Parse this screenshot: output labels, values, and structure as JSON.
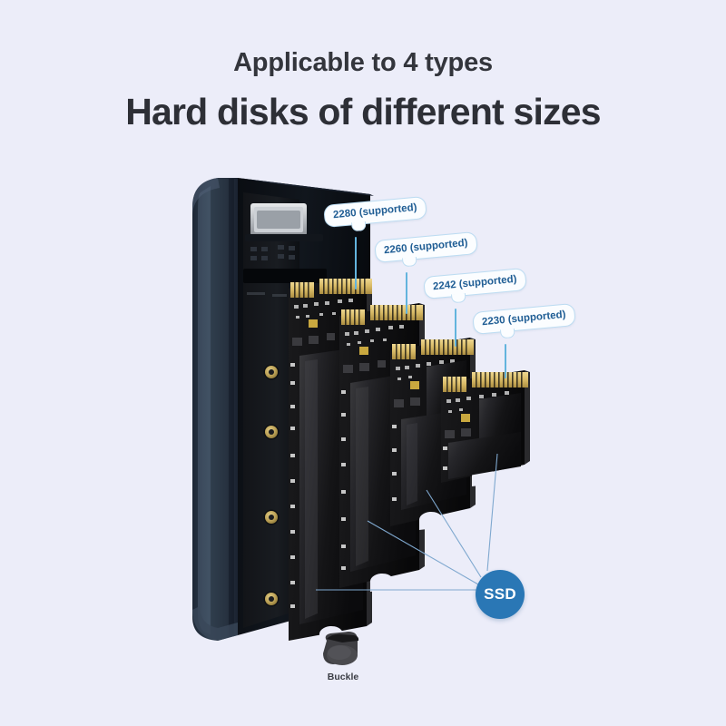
{
  "page": {
    "background_color": "#ecedf9",
    "heading_primary": "Applicable to 4 types",
    "heading_secondary": "Hard disks of different sizes"
  },
  "product": {
    "enclosure_name": "m2-ssd-enclosure",
    "enclosure_color": "#2b3442",
    "port_type": "usb-c",
    "screw_post_color": "#c8ae5e",
    "screw_post_count": 4
  },
  "callouts": [
    {
      "label": "2280 (supported)",
      "size": "2280",
      "status": "supported"
    },
    {
      "label": "2260 (supported)",
      "size": "2260",
      "status": "supported"
    },
    {
      "label": "2242 (supported)",
      "size": "2242",
      "status": "supported"
    },
    {
      "label": "2230 (supported)",
      "size": "2230",
      "status": "supported"
    }
  ],
  "badge": {
    "label": "SSD",
    "color": "#2a77b5",
    "text_color": "#ffffff"
  },
  "accessory": {
    "label": "Buckle",
    "color": "#3c3c3f"
  },
  "colors": {
    "accent_blue": "#2a77b5",
    "bubble_border": "#bcdcf2",
    "bubble_text": "#1f5d94",
    "leader_line": "#7fa8cf",
    "heading_text": "#2d2f36",
    "pcb_black": "#141414",
    "gold": "#d8b765"
  }
}
